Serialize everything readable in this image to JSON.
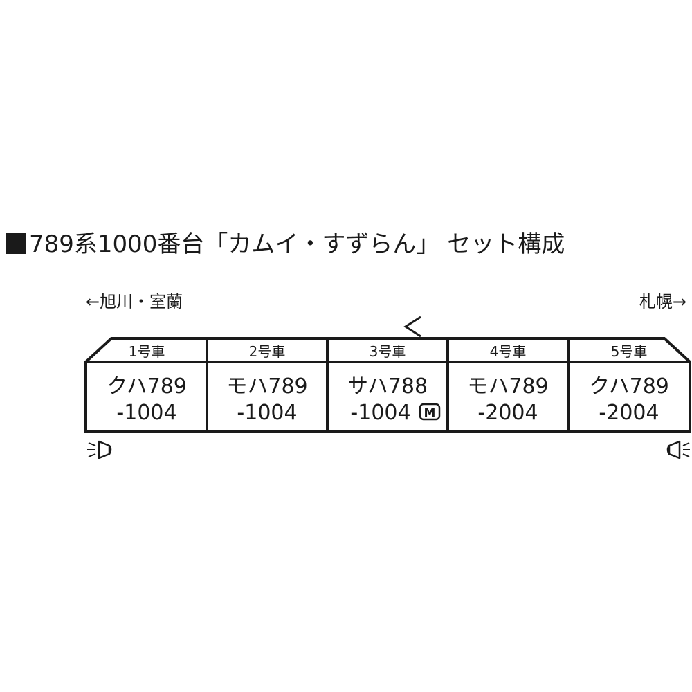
{
  "title": {
    "text": "789系1000番台「カムイ・すずらん」 セット構成"
  },
  "directions": {
    "left": "←旭川・室蘭",
    "right": "札幌→"
  },
  "cars": [
    {
      "number": "1号車",
      "type": "クハ789",
      "serial": "-1004",
      "motor": false
    },
    {
      "number": "2号車",
      "type": "モハ789",
      "serial": "-1004",
      "motor": false
    },
    {
      "number": "3号車",
      "type": "サハ788",
      "serial": "-1004",
      "motor": true
    },
    {
      "number": "4号車",
      "type": "モハ789",
      "serial": "-2004",
      "motor": false
    },
    {
      "number": "5号車",
      "type": "クハ789",
      "serial": "-2004",
      "motor": false
    }
  ],
  "motor_badge": "M",
  "icons": {
    "left_light": "headlight-icon",
    "right_light": "headlight-icon",
    "pantograph": "pantograph-icon"
  },
  "colors": {
    "line": "#1a1a1a",
    "background": "#ffffff"
  }
}
